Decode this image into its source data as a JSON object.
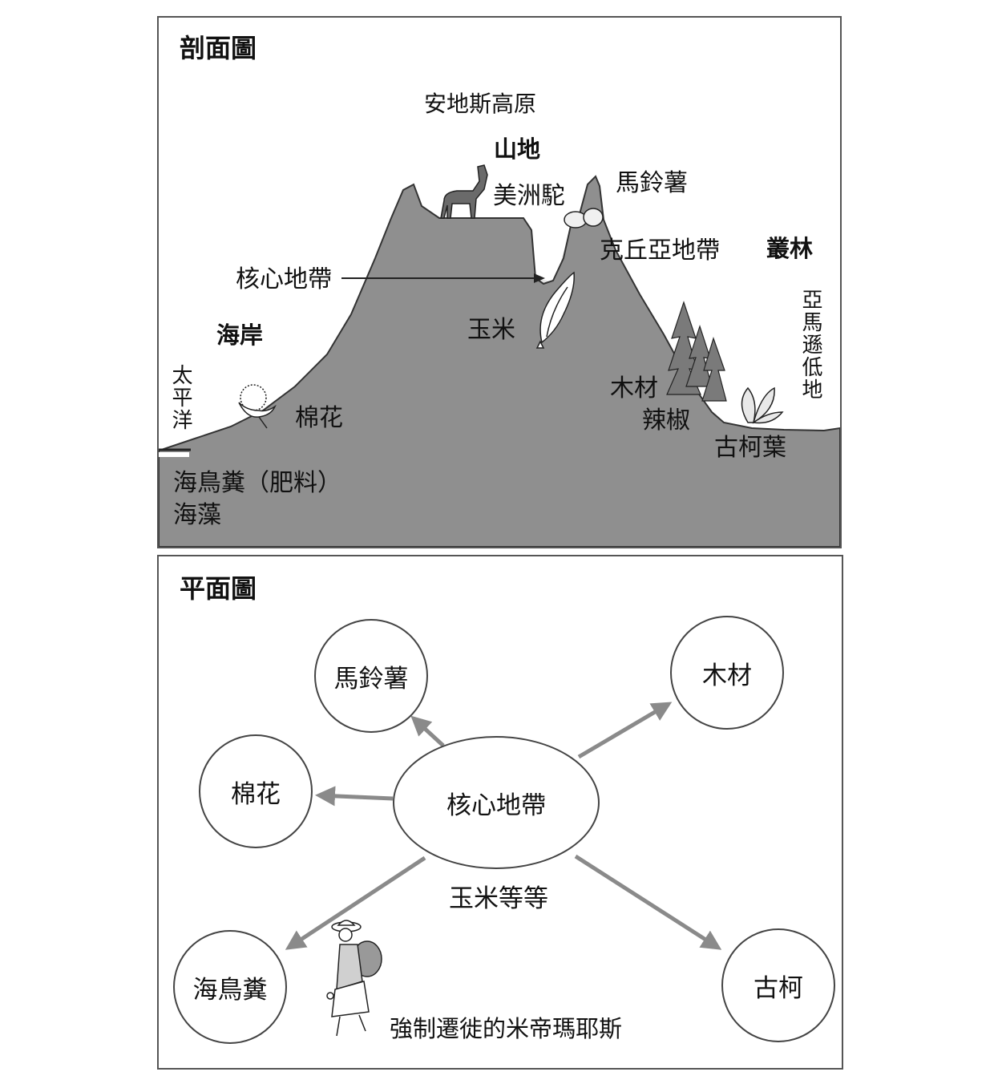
{
  "section": {
    "title": "剖面圖",
    "plateau": "安地斯高原",
    "highland": "山地",
    "llama": "美洲駝",
    "potato": "馬鈴薯",
    "quechua": "克丘亞地帶",
    "jungle": "叢林",
    "core": "核心地帶",
    "corn": "玉米",
    "coast": "海岸",
    "pacific": "太平洋",
    "cotton": "棉花",
    "amazon": "亞馬遜低地",
    "wood": "木材",
    "chili": "辣椒",
    "coca_leaf": "古柯葉",
    "guano": "海鳥糞（肥料）",
    "seaweed": "海藻"
  },
  "plan": {
    "title": "平面圖",
    "core": "核心地帶",
    "core_sub": "玉米等等",
    "potato": "馬鈴薯",
    "wood": "木材",
    "cotton": "棉花",
    "guano": "海鳥糞",
    "coca": "古柯",
    "mitmaq": "強制遷徙的米帝瑪耶斯"
  },
  "colors": {
    "terrain": "#8f8f8f",
    "arrow": "#8a8a8a"
  }
}
